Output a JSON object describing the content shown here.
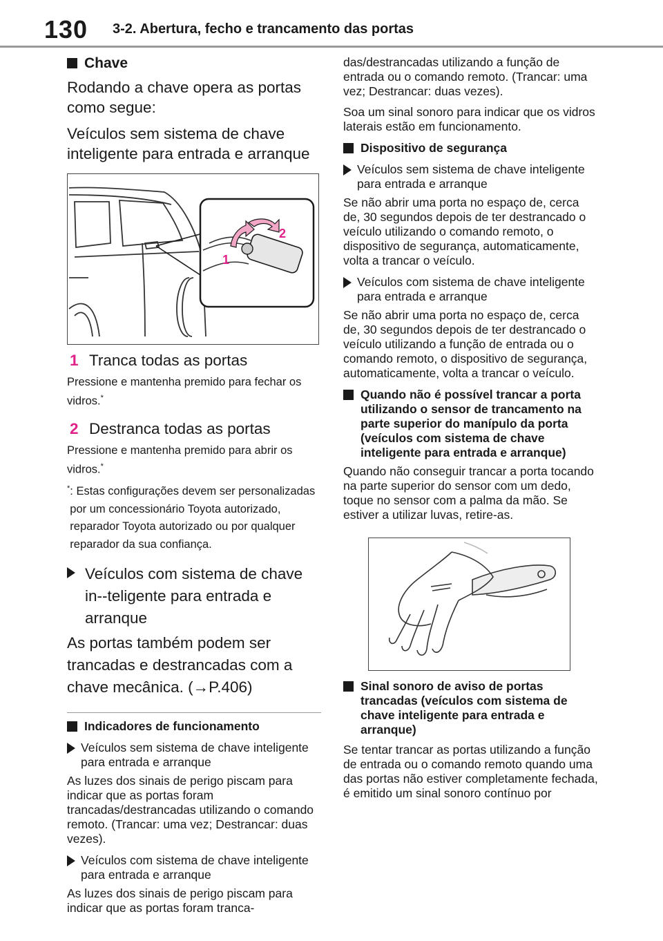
{
  "header": {
    "page_number": "130",
    "section_title": "3-2. Abertura, fecho e trancamento das portas"
  },
  "left": {
    "chave_heading": "Chave",
    "intro_line": "Rodando a chave opera as portas como segue:",
    "sub_heading": "Veículos sem sistema de chave inteligente para entrada e arranque",
    "figure1": {
      "callout_1": "1",
      "callout_2": "2"
    },
    "item1": {
      "num": "1",
      "title": "Tranca todas as portas",
      "desc": "Pressione e mantenha premido para fechar os vidros.",
      "mark": "*"
    },
    "item2": {
      "num": "2",
      "title": "Destranca todas as portas",
      "desc": "Pressione e mantenha premido para abrir os vidros.",
      "mark": "*"
    },
    "footnote": {
      "mark": "*",
      "text": ": Estas configurações devem ser personalizadas por um concessionário Toyota autorizado, reparador Toyota autorizado ou por qualquer reparador da sua confiança."
    },
    "smart_bullet": "Veículos com sistema de chave in--teligente para entrada e arranque",
    "smart_text": "As portas também podem ser trancadas e destrancadas com a chave mecânica. (→P.406)",
    "indicadores_heading": "Indicadores de funcionamento",
    "ind_bullet1": "Veículos sem sistema de chave inteligente para entrada e arranque",
    "ind_text1": "As luzes dos sinais de perigo piscam para indicar que as portas foram trancadas/destrancadas utilizando o comando remoto. (Trancar: uma vez; Destrancar: duas vezes).",
    "ind_bullet2": "Veículos com sistema de chave inteligente para entrada e arranque",
    "ind_text2": "As luzes dos sinais de perigo piscam para indicar que as portas foram tranca-"
  },
  "right": {
    "cont_text": "das/destrancadas utilizando a função de entrada ou o comando remoto. (Trancar: uma vez; Destrancar: duas vezes).",
    "sound_text": "Soa um sinal sonoro para indicar que os vidros laterais estão em funcionamento.",
    "seguranca_heading": "Dispositivo de segurança",
    "seg_bullet1": "Veículos sem sistema de chave inteligente para entrada e arranque",
    "seg_text1": "Se não abrir uma porta no espaço de, cerca de, 30 segundos depois de ter destrancado o veículo utilizando o comando remoto, o dispositivo de segurança, automaticamente, volta a trancar o veículo.",
    "seg_bullet2": "Veículos com sistema de chave inteligente para entrada e arranque",
    "seg_text2": "Se não abrir uma porta no espaço de, cerca de, 30 segundos depois de ter destrancado o veículo utilizando a função de entrada ou o comando remoto, o dispositivo de segurança, automaticamente, volta a trancar o veículo.",
    "sensor_heading": "Quando não é possível trancar a porta utilizando o sensor de trancamento na parte superior do manípulo da porta (veículos com sistema de chave inteligente para entrada e arranque)",
    "sensor_text": "Quando não conseguir trancar a porta tocando na parte superior do sensor com um dedo, toque no sensor com a palma da mão. Se estiver a utilizar luvas, retire-as.",
    "aviso_heading": "Sinal sonoro de aviso de portas trancadas (veículos com sistema de chave inteligente para entrada e arranque)",
    "aviso_text": "Se tentar trancar as portas utilizando a função de entrada ou o comando remoto quando uma das portas não estiver completamente fechada, é emitido um sinal sonoro contínuo por"
  }
}
